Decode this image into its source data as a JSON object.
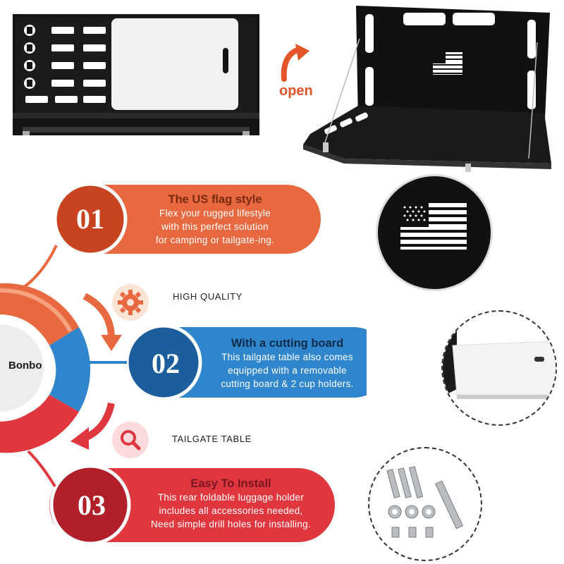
{
  "labels": {
    "open": "open",
    "brand": "Bonbo",
    "high_quality": "HIGH QUALITY",
    "tailgate_table": "TAILGATE TABLE"
  },
  "features": [
    {
      "number": "01",
      "title": "The US flag style",
      "lines": [
        "Flex your rugged lifestyle",
        "with this perfect solution",
        "for camping or tailgate-ing."
      ],
      "color": "#e8693f"
    },
    {
      "number": "02",
      "title": "With a cutting board",
      "lines": [
        "This tailgate table also comes",
        "equipped with a removable",
        "cutting board & 2 cup holders."
      ],
      "color": "#2f86cc"
    },
    {
      "number": "03",
      "title": "Easy To Install",
      "lines": [
        "This rear foldable luggage holder",
        "includes all accessories needed,",
        "Need simple drill holes for installing."
      ],
      "color": "#e0373f"
    }
  ],
  "icons": [
    "gear-icon",
    "search-icon",
    "open-arrow-icon",
    "us-flag-icon"
  ],
  "colors": {
    "orange": "#e8693f",
    "blue": "#2f86cc",
    "red": "#e0373f",
    "dark_orange": "#c8431f",
    "dark_blue": "#1c5e9c",
    "dark_red": "#b11f2b"
  }
}
